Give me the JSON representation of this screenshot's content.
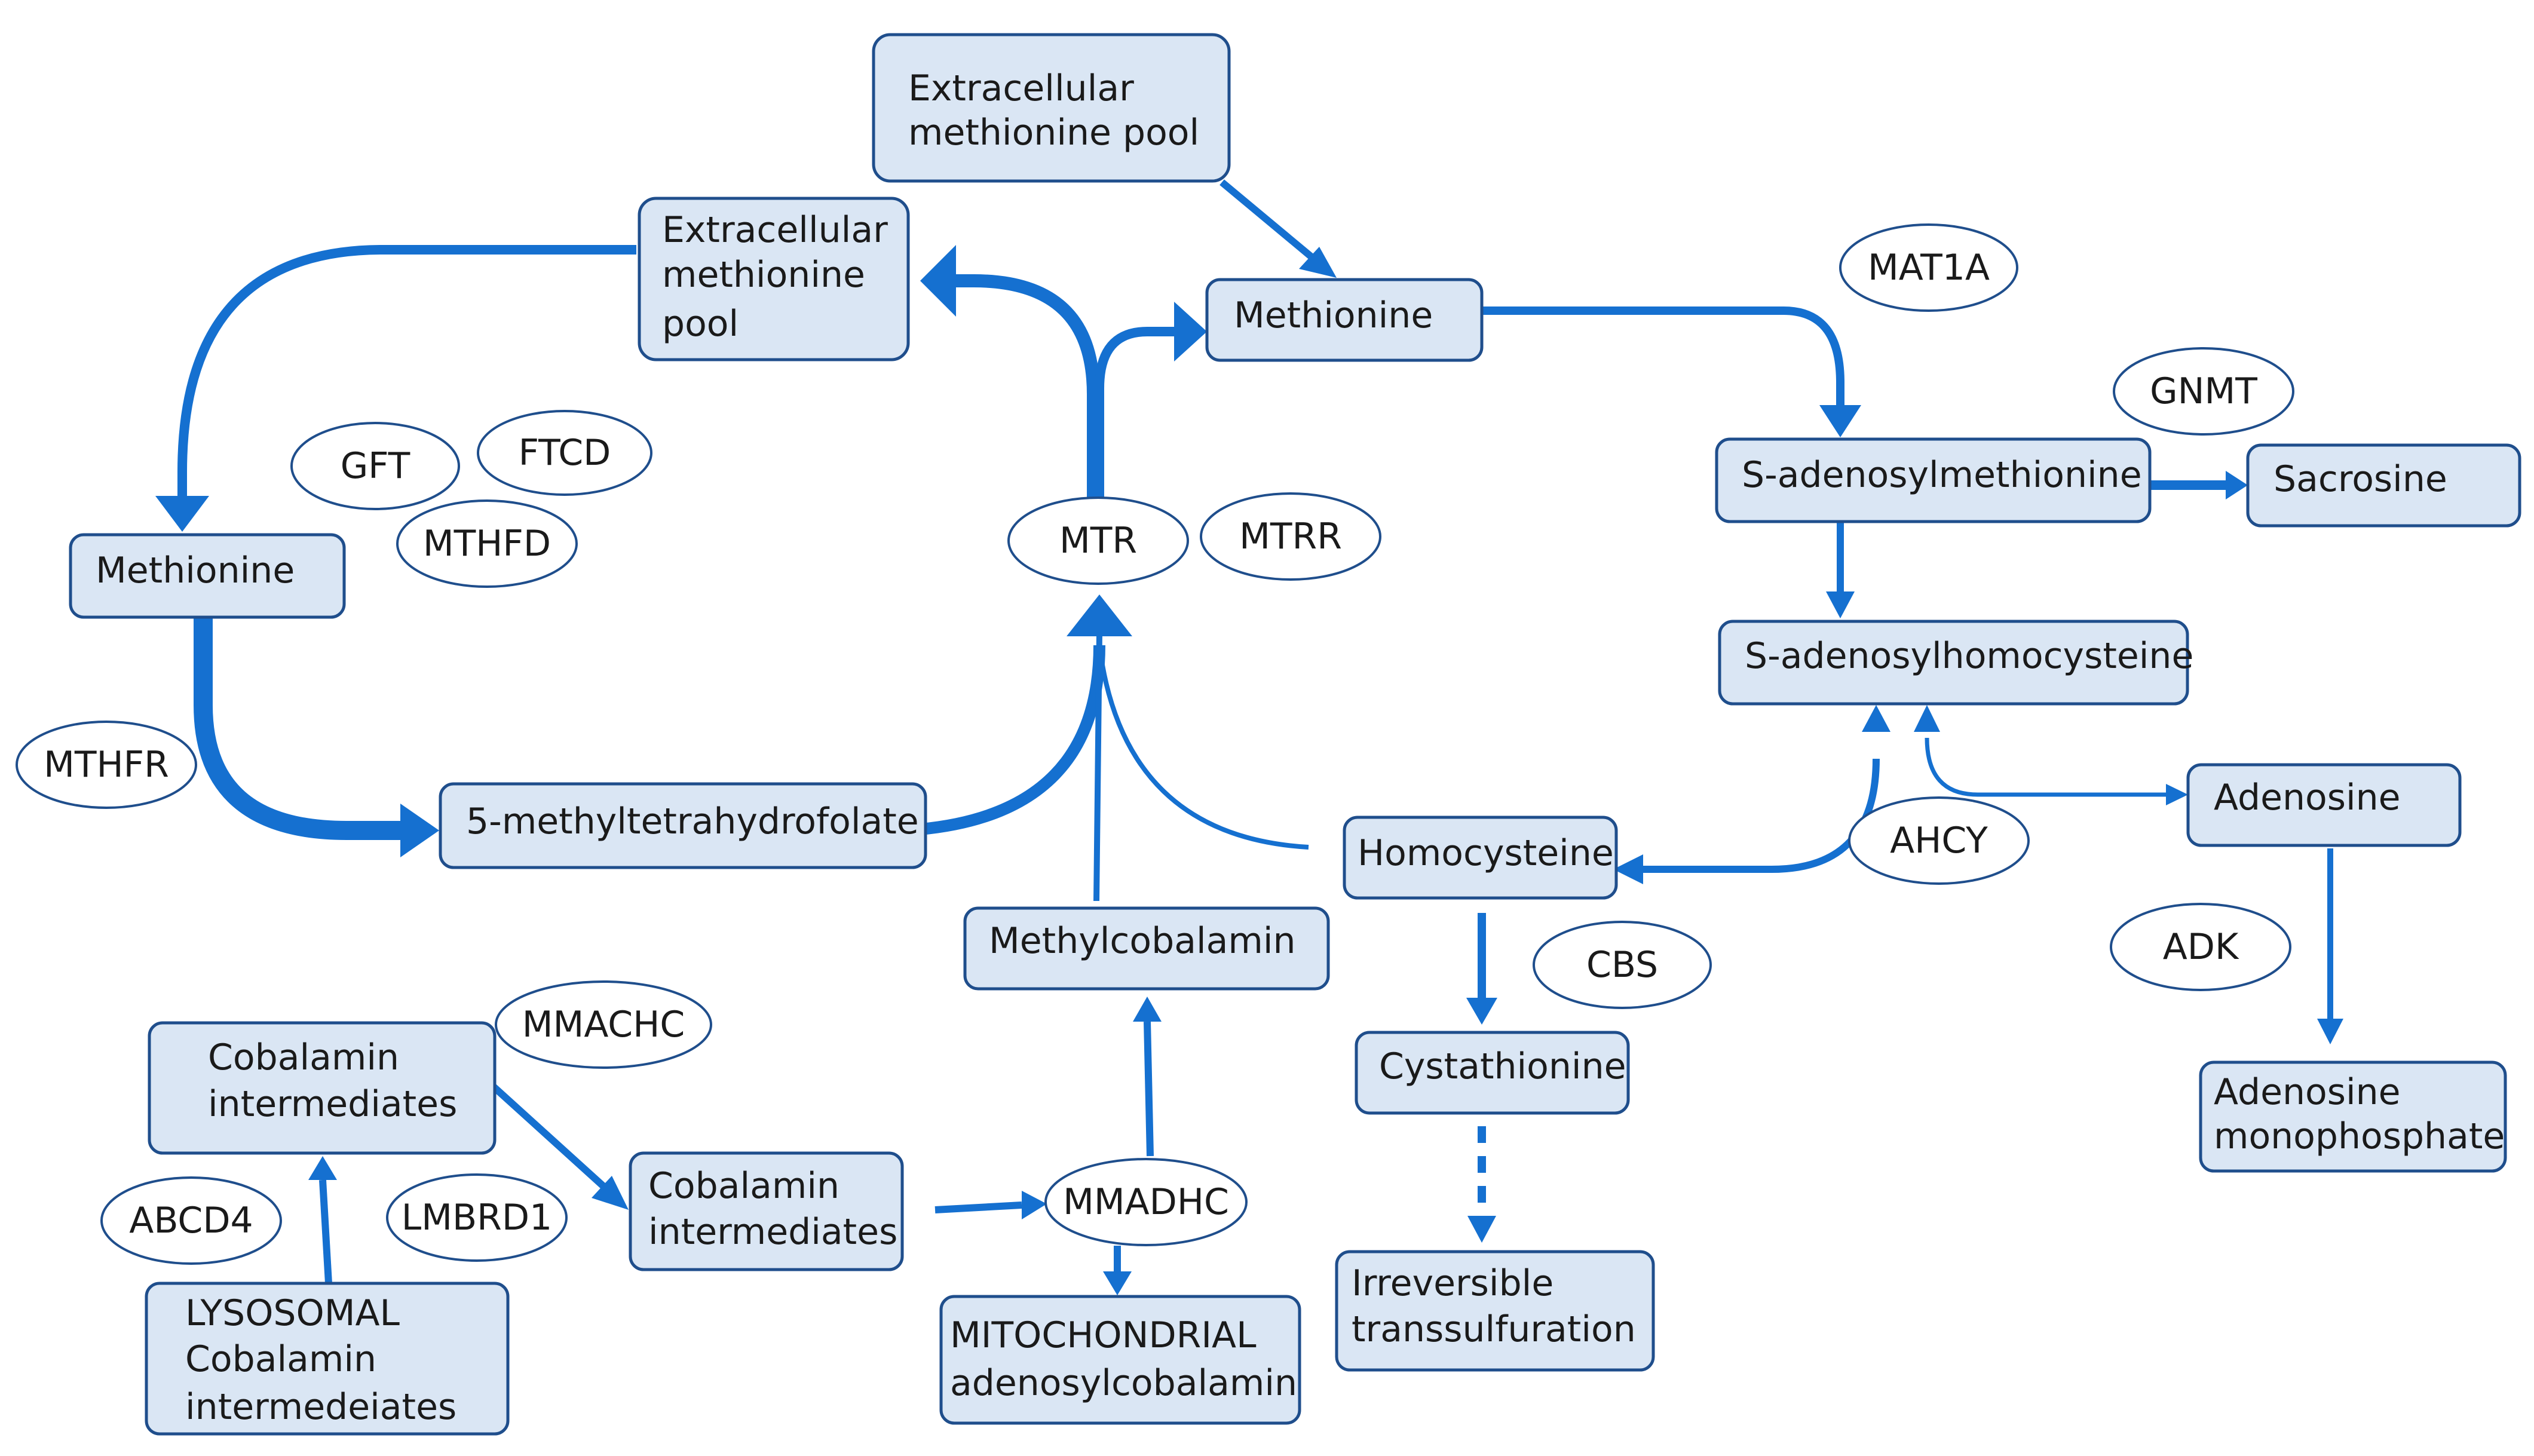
{
  "colors": {
    "box_fill": "#dae6f4",
    "box_stroke": "#1f4e8c",
    "arrow": "#1570d0"
  },
  "nodes": {
    "ext_pool_top": [
      "Extracellular",
      "methionine pool"
    ],
    "ext_pool_mid": [
      "Extracellular",
      "methionine",
      "pool"
    ],
    "methionine_right": [
      "Methionine"
    ],
    "methionine_left": [
      "Methionine"
    ],
    "mthf": [
      "5-methyltetrahydrofolate"
    ],
    "sam": [
      "S-adenosylmethionine"
    ],
    "sarcosine": [
      "Sacrosine"
    ],
    "sah": [
      "S-adenosylhomocysteine"
    ],
    "adenosine": [
      "Adenosine"
    ],
    "amp": [
      "Adenosine",
      "monophosphate"
    ],
    "homocysteine": [
      "Homocysteine"
    ],
    "cystathionine": [
      "Cystathionine"
    ],
    "transsulfuration": [
      "Irreversible",
      "transsulfuration"
    ],
    "methylcobalamin": [
      "Methylcobalamin"
    ],
    "cbl_int1": [
      "Cobalamin",
      "intermediates"
    ],
    "cbl_int2": [
      "Cobalamin",
      "intermediates"
    ],
    "lysosomal": [
      "LYSOSOMAL",
      "Cobalamin",
      "intermedeiates"
    ],
    "mito": [
      "MITOCHONDRIAL",
      "adenosylcobalamin"
    ]
  },
  "enzymes": {
    "mat1a": "MAT1A",
    "gnmt": "GNMT",
    "gft": "GFT",
    "ftcd": "FTCD",
    "mthfd": "MTHFD",
    "mtr": "MTR",
    "mtrr": "MTRR",
    "mthfr": "MTHFR",
    "ahcy": "AHCY",
    "cbs": "CBS",
    "adk": "ADK",
    "mmachc": "MMACHC",
    "abcd4": "ABCD4",
    "lmbrd1": "LMBRD1",
    "mmadhc": "MMADHC"
  }
}
